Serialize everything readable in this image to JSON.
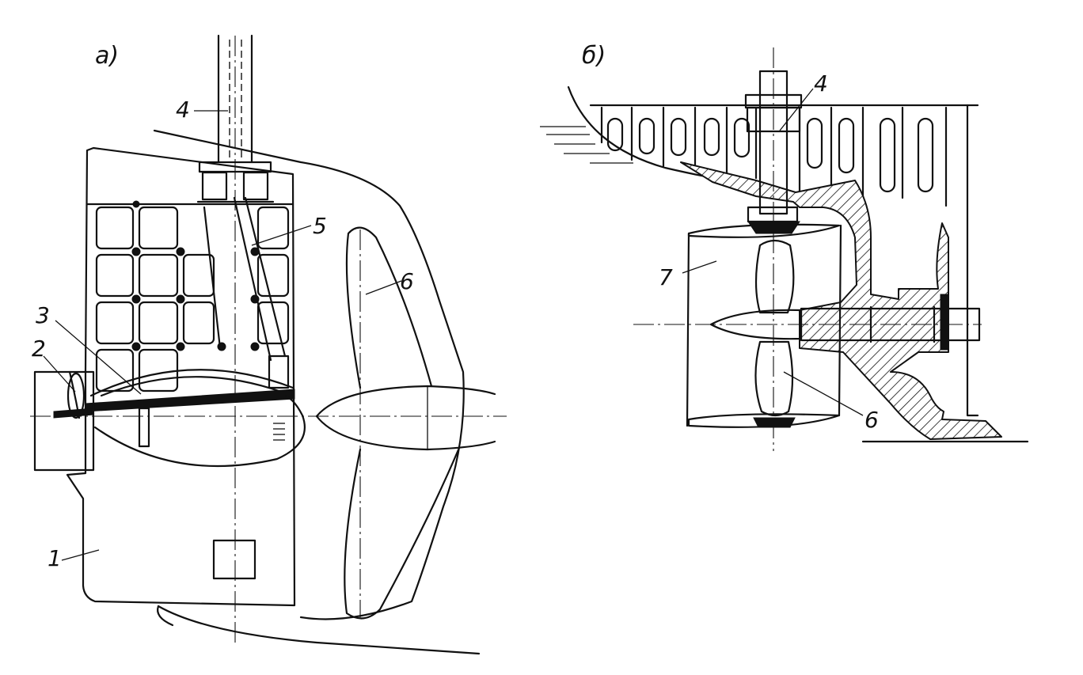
{
  "panels": [
    {
      "id": "a",
      "caption": "а)"
    },
    {
      "id": "b",
      "caption": "б)"
    }
  ],
  "labels_a": [
    "1",
    "2",
    "3",
    "4",
    "5",
    "6"
  ],
  "labels_b": [
    "4",
    "7",
    "6"
  ],
  "colors": {
    "ink": "#111111",
    "paper": "#ffffff"
  }
}
